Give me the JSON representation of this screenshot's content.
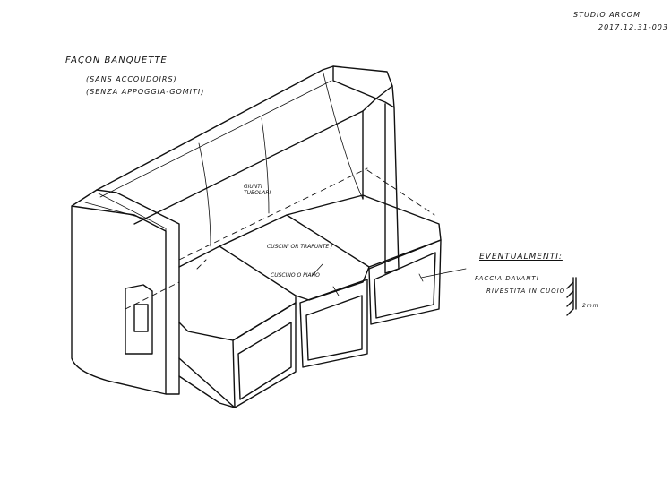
{
  "header": {
    "studio": "STUDIO ARCOM",
    "ref": "2017.12.31-003"
  },
  "title": {
    "line1": "FAÇON BANQUETTE",
    "line2": "(SANS ACCOUDOIRS)",
    "line3": "(SENZA APPOGGIA-GOMITI)"
  },
  "notes": {
    "joints": "GIUNTI TUBOLARI",
    "cushion1": "CUSCINI OR TRAPUNTE /",
    "cushion2": "CUSCINO O PIANO",
    "eventual": "EVENTUALMENTI:",
    "front1": "FACCIA DAVANTI",
    "front2": "RIVESTITA IN CUOIO",
    "thickness": "2mm"
  }
}
